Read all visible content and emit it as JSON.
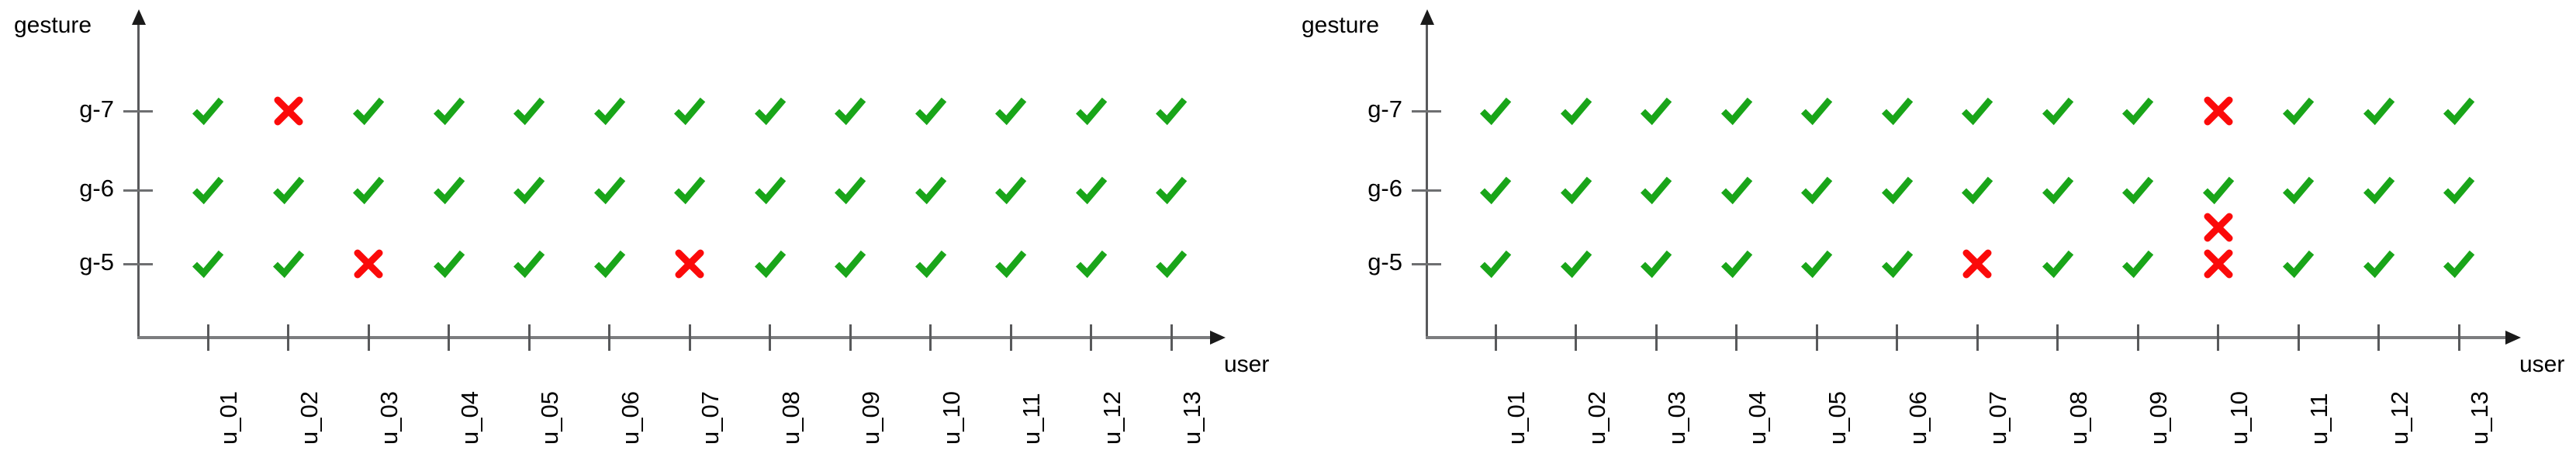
{
  "figure": {
    "type": "two-panel-status-matrix",
    "marker_colors": {
      "pass": "#19a519",
      "fail": "#fb0a0a"
    },
    "axis_color": "#58595b"
  },
  "chart_data": [
    {
      "id": "left",
      "type": "scatter",
      "title": "",
      "xlabel": "user",
      "ylabel": "gesture",
      "x": [
        "u_01",
        "u_02",
        "u_03",
        "u_04",
        "u_05",
        "u_06",
        "u_07",
        "u_08",
        "u_09",
        "u_10",
        "u_11",
        "u_12",
        "u_13"
      ],
      "y": [
        "g-5",
        "g-6",
        "g-7"
      ],
      "ytick_labels_top_to_bottom": [
        "g-7",
        "g-6",
        "g-5"
      ],
      "grid": false,
      "legend": "none",
      "cells": {
        "g-7": [
          "pass",
          "fail",
          "pass",
          "pass",
          "pass",
          "pass",
          "pass",
          "pass",
          "pass",
          "pass",
          "pass",
          "pass",
          "pass"
        ],
        "g-6": [
          "pass",
          "pass",
          "pass",
          "pass",
          "pass",
          "pass",
          "pass",
          "pass",
          "pass",
          "pass",
          "pass",
          "pass",
          "pass"
        ],
        "g-5": [
          "pass",
          "pass",
          "fail",
          "pass",
          "pass",
          "pass",
          "fail",
          "pass",
          "pass",
          "pass",
          "pass",
          "pass",
          "pass"
        ]
      },
      "extra_markers": [],
      "fail_count": 3,
      "pass_count": 36
    },
    {
      "id": "right",
      "type": "scatter",
      "title": "",
      "xlabel": "user",
      "ylabel": "gesture",
      "x": [
        "u_01",
        "u_02",
        "u_03",
        "u_04",
        "u_05",
        "u_06",
        "u_07",
        "u_08",
        "u_09",
        "u_10",
        "u_11",
        "u_12",
        "u_13"
      ],
      "y": [
        "g-5",
        "g-6",
        "g-7"
      ],
      "ytick_labels_top_to_bottom": [
        "g-7",
        "g-6",
        "g-5"
      ],
      "grid": false,
      "legend": "none",
      "cells": {
        "g-7": [
          "pass",
          "pass",
          "pass",
          "pass",
          "pass",
          "pass",
          "pass",
          "pass",
          "pass",
          "fail",
          "pass",
          "pass",
          "pass"
        ],
        "g-6": [
          "pass",
          "pass",
          "pass",
          "pass",
          "pass",
          "pass",
          "pass",
          "pass",
          "pass",
          "pass",
          "pass",
          "pass",
          "pass"
        ],
        "g-5": [
          "pass",
          "pass",
          "pass",
          "pass",
          "pass",
          "pass",
          "fail",
          "pass",
          "pass",
          "fail",
          "pass",
          "pass",
          "pass"
        ]
      },
      "extra_markers": [
        {
          "x": "u_10",
          "between": [
            "g-6",
            "g-5"
          ],
          "status": "fail"
        }
      ],
      "fail_count": 4,
      "pass_count": 35
    }
  ],
  "panels": {
    "left": {
      "gesture_axis_label": "gesture",
      "user_axis_label": "user",
      "ytick_labels": [
        "g-7",
        "g-6",
        "g-5"
      ],
      "xtick_labels": [
        "u_01",
        "u_02",
        "u_03",
        "u_04",
        "u_05",
        "u_06",
        "u_07",
        "u_08",
        "u_09",
        "u_10",
        "u_11",
        "u_12",
        "u_13"
      ]
    },
    "right": {
      "gesture_axis_label": "gesture",
      "user_axis_label": "user",
      "ytick_labels": [
        "g-7",
        "g-6",
        "g-5"
      ],
      "xtick_labels": [
        "u_01",
        "u_02",
        "u_03",
        "u_04",
        "u_05",
        "u_06",
        "u_07",
        "u_08",
        "u_09",
        "u_10",
        "u_11",
        "u_12",
        "u_13"
      ]
    }
  }
}
